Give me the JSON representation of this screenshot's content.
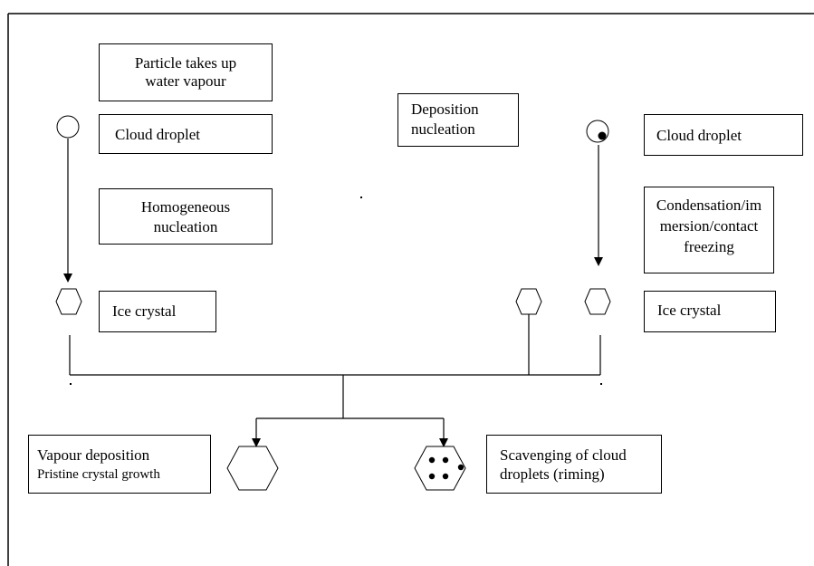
{
  "diagram": {
    "nodes": {
      "particle_uptake": {
        "lines": [
          "Particle takes up",
          "water vapour"
        ]
      },
      "cloud_droplet_left": {
        "lines": [
          "Cloud droplet"
        ]
      },
      "homogeneous_nucleation": {
        "lines": [
          "Homogeneous",
          "nucleation"
        ]
      },
      "ice_crystal_left": {
        "lines": [
          "Ice crystal"
        ]
      },
      "deposition_nucleation": {
        "lines": [
          "Deposition",
          "nucleation"
        ]
      },
      "cloud_droplet_right": {
        "lines": [
          "Cloud droplet"
        ]
      },
      "immersion_freezing": {
        "lines": [
          "Condensation/im",
          "mersion/contact",
          "freezing"
        ]
      },
      "ice_crystal_right": {
        "lines": [
          "Ice crystal"
        ]
      },
      "vapour_deposition": {
        "lines": [
          "Vapour deposition",
          "Pristine crystal growth"
        ]
      },
      "riming": {
        "lines": [
          "Scavenging of cloud",
          "droplets (riming)"
        ]
      }
    },
    "symbols": {
      "left_droplet": "open-circle",
      "right_droplet": "circle-with-dot",
      "crystals": "hexagon",
      "rimed_crystal": "hexagon-with-dots"
    }
  }
}
